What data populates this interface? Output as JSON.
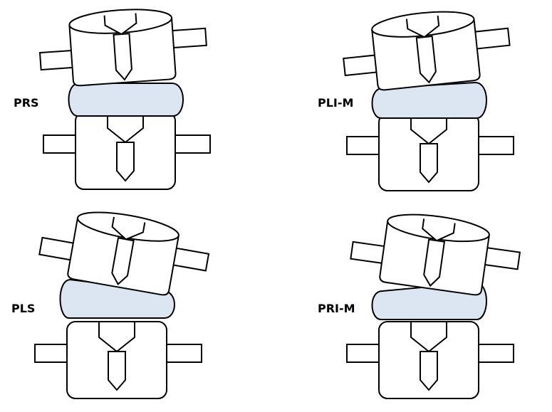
{
  "colors": {
    "outline": "#000000",
    "disc_fill": "#dce6f2",
    "body_fill": "#ffffff"
  },
  "panels": [
    {
      "label": "PRS"
    },
    {
      "label": "PLI-M"
    },
    {
      "label": "PLS"
    },
    {
      "label": "PRI-M"
    }
  ]
}
